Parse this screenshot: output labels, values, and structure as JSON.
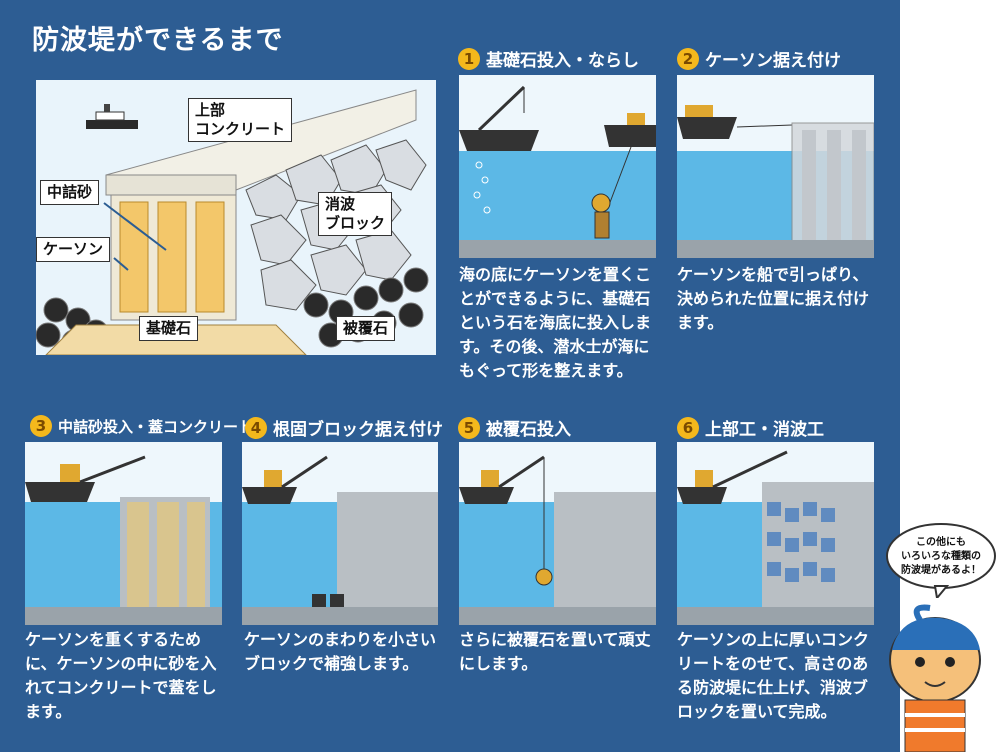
{
  "title": "防波堤ができるまで",
  "diagram": {
    "labels": {
      "upper_concrete": "上部\nコンクリート",
      "fill_sand": "中詰砂",
      "caisson": "ケーソン",
      "wave_block": "消波\nブロック",
      "foundation_stone": "基礎石",
      "armor_stone": "被覆石"
    }
  },
  "steps": [
    {
      "num": "1",
      "title": "基礎石投入・ならし",
      "desc": "海の底にケーソンを置くことができるように、基礎石という石を海底に投入します。その後、潜水士が海にもぐって形を整えます。"
    },
    {
      "num": "2",
      "title": "ケーソン据え付け",
      "desc": "ケーソンを船で引っぱり、決められた位置に据え付けます。"
    },
    {
      "num": "3",
      "title": "中詰砂投入・蓋コンクリート",
      "desc": "ケーソンを重くするために、ケーソンの中に砂を入れてコンクリートで蓋をします。"
    },
    {
      "num": "4",
      "title": "根固ブロック据え付け",
      "desc": "ケーソンのまわりを小さいブロックで補強します。"
    },
    {
      "num": "5",
      "title": "被覆石投入",
      "desc": "さらに被覆石を置いて頑丈にします。"
    },
    {
      "num": "6",
      "title": "上部工・消波工",
      "desc": "ケーソンの上に厚いコンクリートをのせて、高さのある防波堤に仕上げ、消波ブロックを置いて完成。"
    }
  ],
  "speech_bubble": "この他にも\nいろいろな種類の\n防波堤があるよ！",
  "colors": {
    "background": "#2d5d93",
    "water": "#5cb8e6",
    "step_number": "#f4b81c",
    "sand": "#f3c76a"
  }
}
